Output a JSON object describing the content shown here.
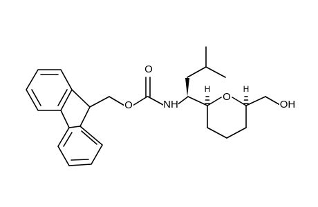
{
  "molecule": {
    "labels": {
      "carbonyl_oxygen": "O",
      "ester_oxygen": "O",
      "amide_nitrogen": "NH",
      "ring_oxygen": "O",
      "hydroxyl": "OH",
      "stereo_h_left": "H",
      "stereo_h_right": "H"
    }
  }
}
